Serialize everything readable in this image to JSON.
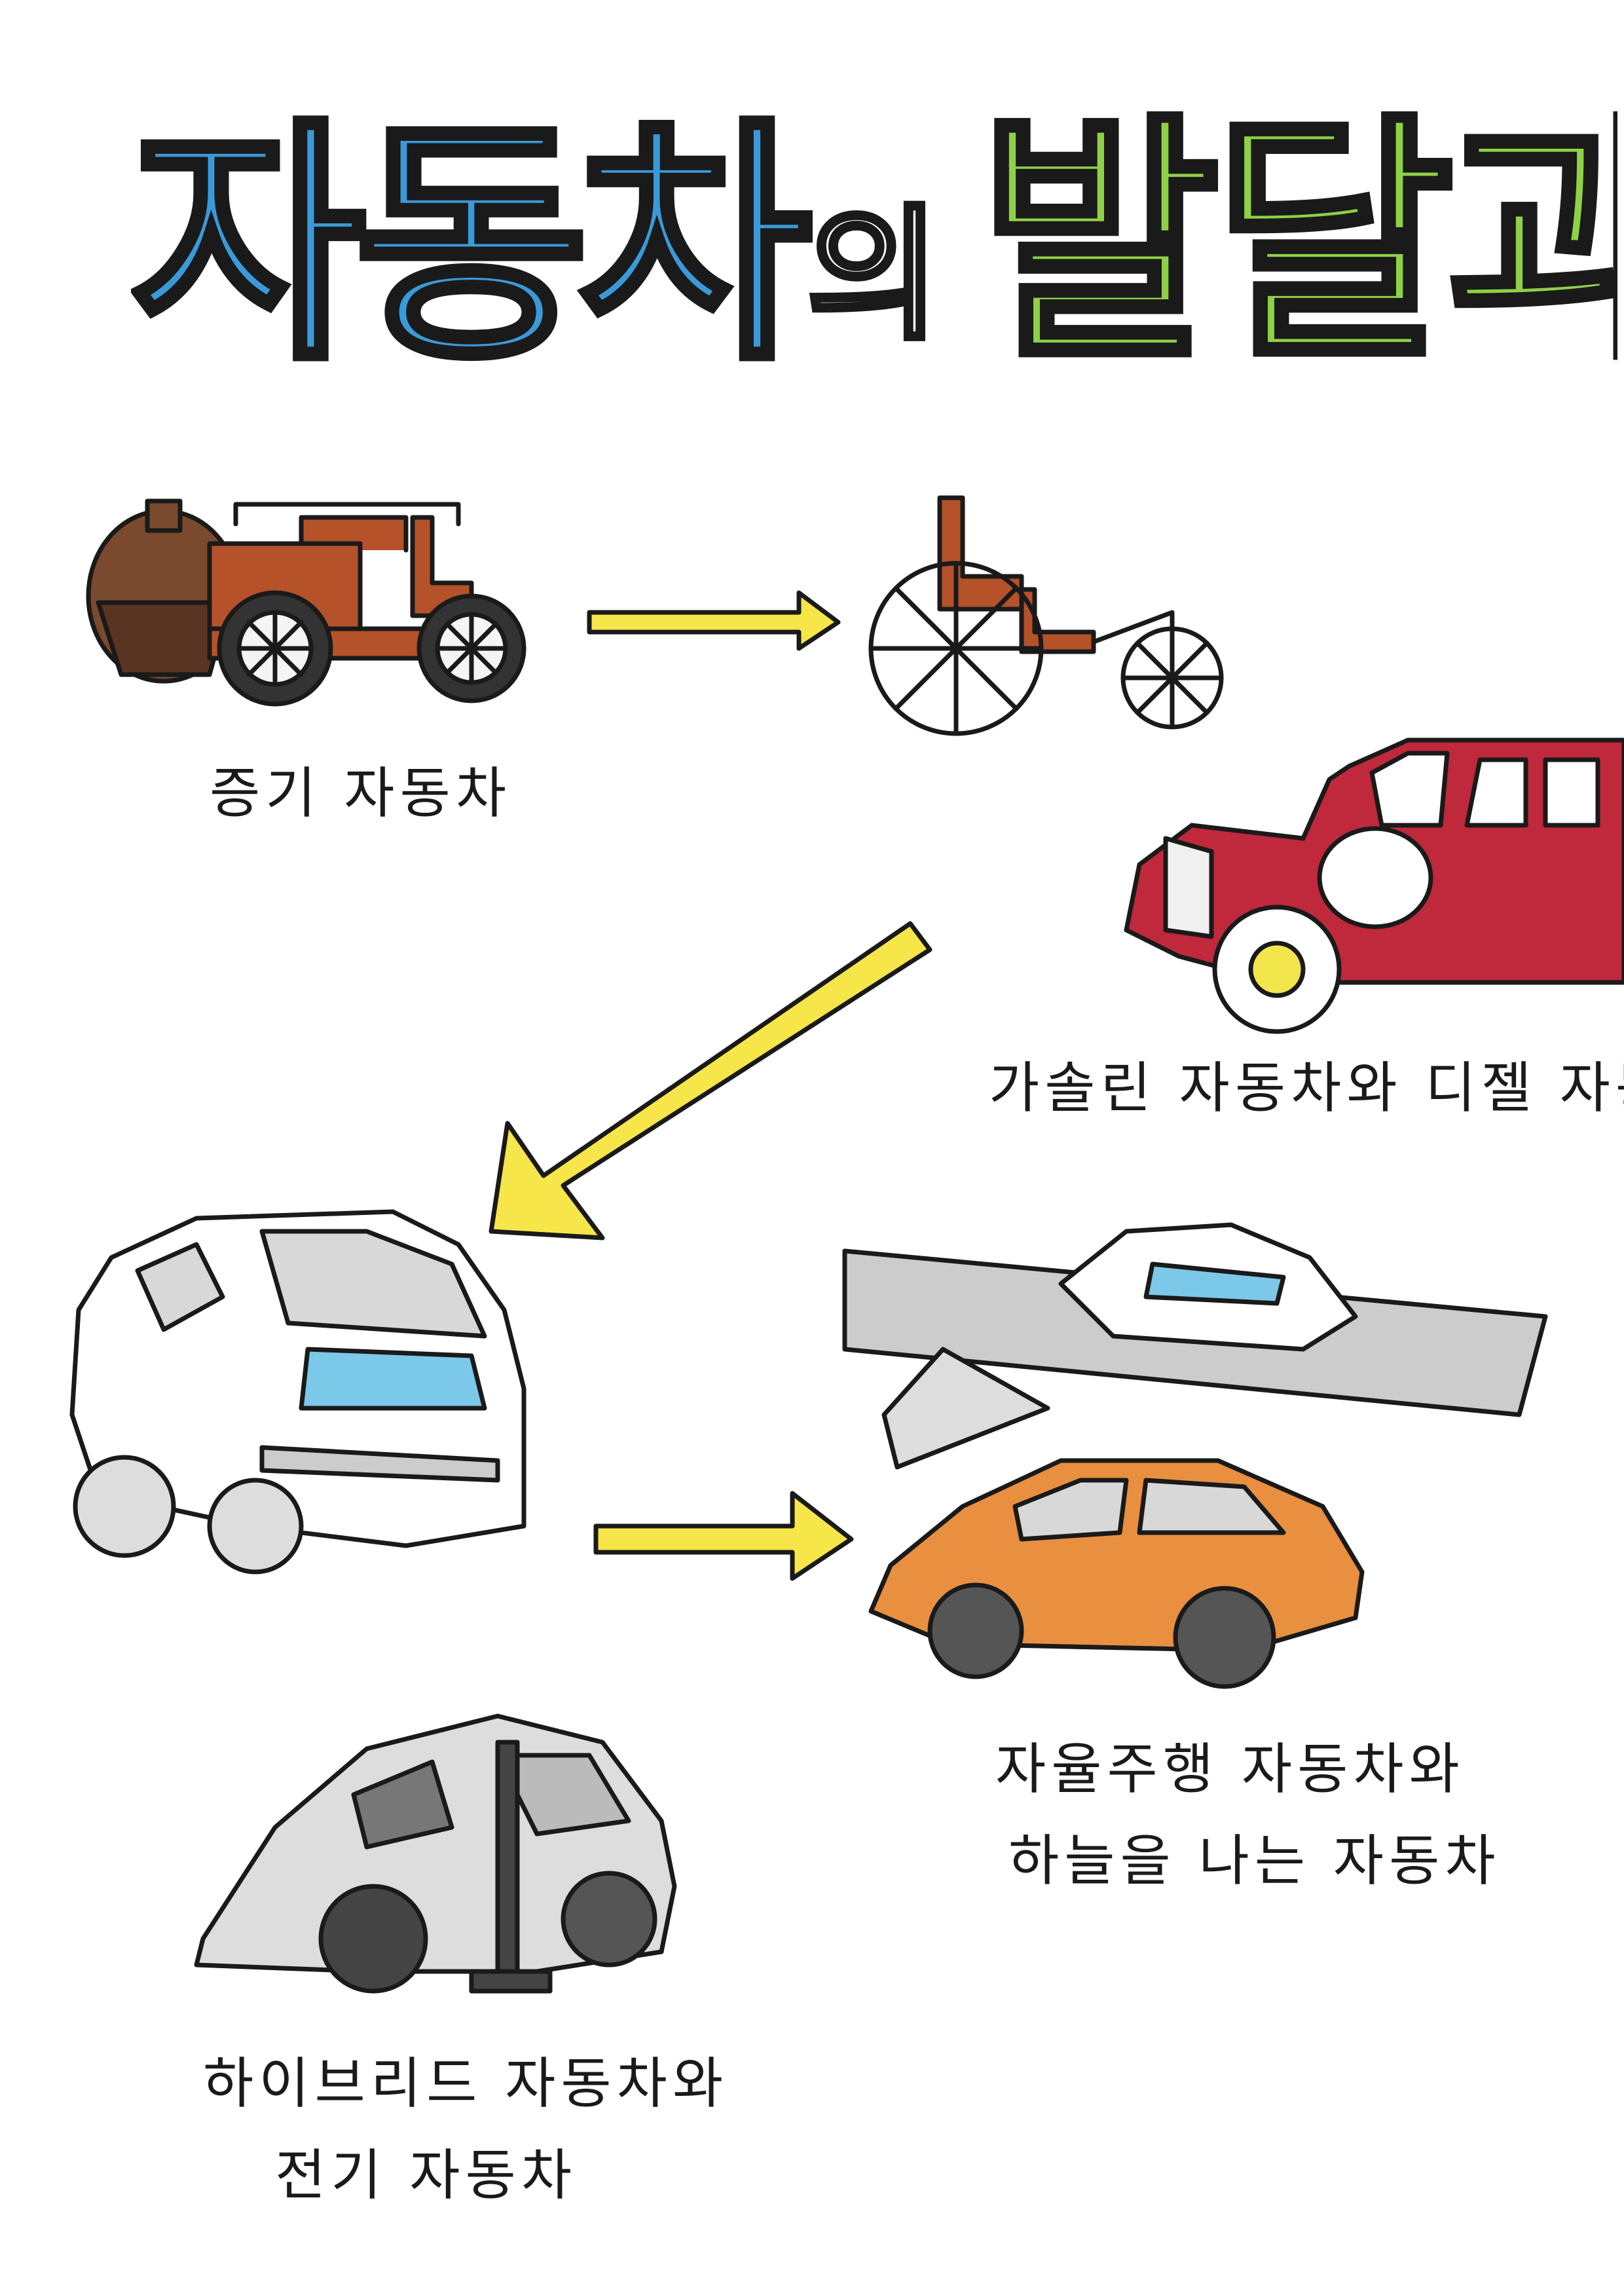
{
  "title": {
    "part1": "자동차",
    "part2": "의",
    "part3": "발달과정"
  },
  "captions": {
    "steam": "증기 자동차",
    "gasoline": "가솔린 자동차와 디젤 자동차",
    "autonomous_line1": "자율주행 자동차와",
    "autonomous_line2": "하늘을 나는 자동차",
    "hybrid_line1": "하이브리드 자동차와",
    "hybrid_line2": "전기 자동차"
  },
  "colors": {
    "title_blue": "#3a9ad9",
    "title_green": "#8fd146",
    "arrow_yellow": "#f7e64a",
    "steam_brown": "#b5522a",
    "classic_red": "#c0283c",
    "ev_blue": "#7cc8e8",
    "orange_car": "#e8903f",
    "outline": "#1a1a1a"
  },
  "icons": [
    "steam-car-icon",
    "early-motor-carriage-icon",
    "classic-red-car-icon",
    "small-electric-car-icon",
    "flying-car-icon",
    "orange-autonomous-car-icon",
    "hybrid-car-with-charger-icon",
    "yellow-arrow-icon"
  ]
}
